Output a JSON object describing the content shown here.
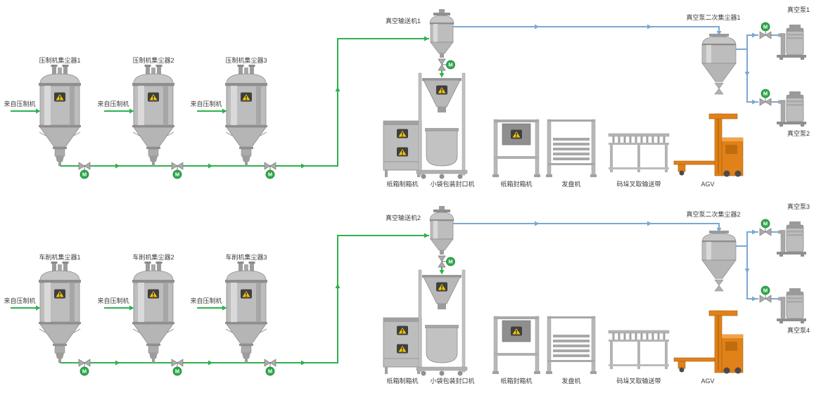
{
  "diagram": {
    "motor_label": "M",
    "colors": {
      "pipe_green": "#2eb14c",
      "pipe_blue": "#7ba7d2",
      "valve_motor_green": "#2eaa4a",
      "warning_yellow": "#f6c700",
      "warning_bg": "#3f3f3f",
      "equipment_gray": "#bdbdbd",
      "agv_orange": "#e08119",
      "label_text": "#3a3a3a"
    },
    "rows": [
      {
        "collectors": [
          {
            "name": "压制机集尘器1",
            "source_label": "来自压制机"
          },
          {
            "name": "压制机集尘器2",
            "source_label": "来自压制机"
          },
          {
            "name": "压制机集尘器3",
            "source_label": "来自压制机"
          }
        ],
        "vacuum_conveyor_label": "真空输送机1",
        "secondary_collector_label": "真空泵二次集尘器1",
        "pump_labels": [
          "真空泵1",
          "真空泵2"
        ],
        "equipment_labels": [
          "纸箱制箱机",
          "小袋包装封口机",
          "纸箱封箱机",
          "发盘机",
          "码垛叉取输送带",
          "AGV"
        ]
      },
      {
        "collectors": [
          {
            "name": "车削机集尘器1",
            "source_label": "来自压制机"
          },
          {
            "name": "车削机集尘器2",
            "source_label": "来自压制机"
          },
          {
            "name": "车削机集尘器3",
            "source_label": "来自压制机"
          }
        ],
        "vacuum_conveyor_label": "真空输送机2",
        "secondary_collector_label": "真空泵二次集尘器2",
        "pump_labels": [
          "真空泵3",
          "真空泵4"
        ],
        "equipment_labels": [
          "纸箱制箱机",
          "小袋包装封口机",
          "纸箱封箱机",
          "发盘机",
          "码垛叉取输送带",
          "AGV"
        ]
      }
    ]
  }
}
